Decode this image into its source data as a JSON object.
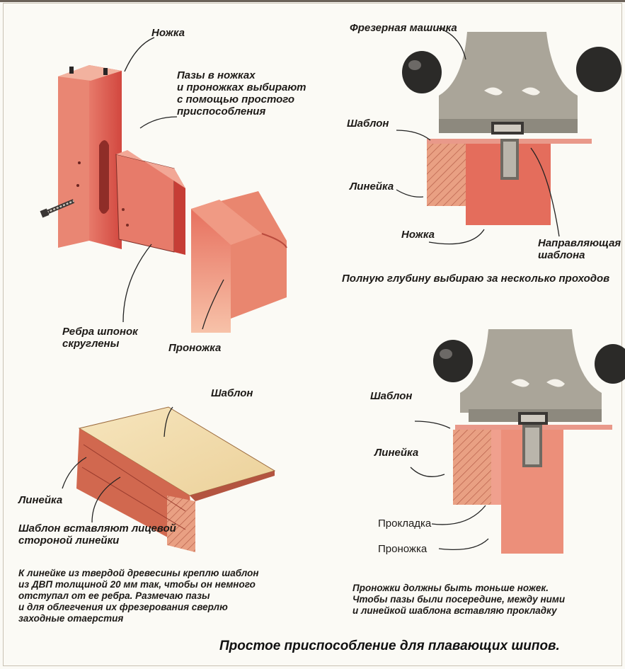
{
  "labels": {
    "nozhka_1": "Ножка",
    "pazy_note": "Пазы в ножках\nи проножках выбирают\nс помощью простого\nприспособления",
    "rebra_note": "Ребра шпонок\nскруглены",
    "pronozhka_1": "Проножка",
    "frezernaya": "Фрезерная машинка",
    "shablon_1": "Шаблон",
    "lineyka_1": "Линейка",
    "nozhka_2": "Ножка",
    "napravl": "Направляющая\nшаблона",
    "depth_note": "Полную глубину выбираю за несколько проходов",
    "shablon_2": "Шаблон",
    "lineyka_2": "Линейка",
    "shablon_insert_note": "Шаблон вставляют лицевой\nстороной линейки",
    "shablon_3": "Шаблон",
    "lineyka_3": "Линейка",
    "prokladka": "Прокладка",
    "pronozhka_2": "Проножка",
    "bottom_left_note": "К линейке из твердой древесины креплю шаблон\nиз ДВП толщиной 20 мм так, чтобы он немного\nотступал от ее ребра. Размечаю пазы\nи для облегчения их фрезерования сверлю\nзаходные отаерстия",
    "bottom_right_note": "Проножки должны быть тоньше ножек.\nЧтобы пазы были посередине, между ними\nи линейкой шаблона вставляю прокладку"
  },
  "title": "Простое приспособление для плавающих шипов.",
  "colors": {
    "wood_red": "#d9564e",
    "wood_red_light": "#ee8f7d",
    "board_beige": "#f1dba9",
    "router_gray": "#a8a396",
    "knob_dark": "#2b2a28"
  }
}
